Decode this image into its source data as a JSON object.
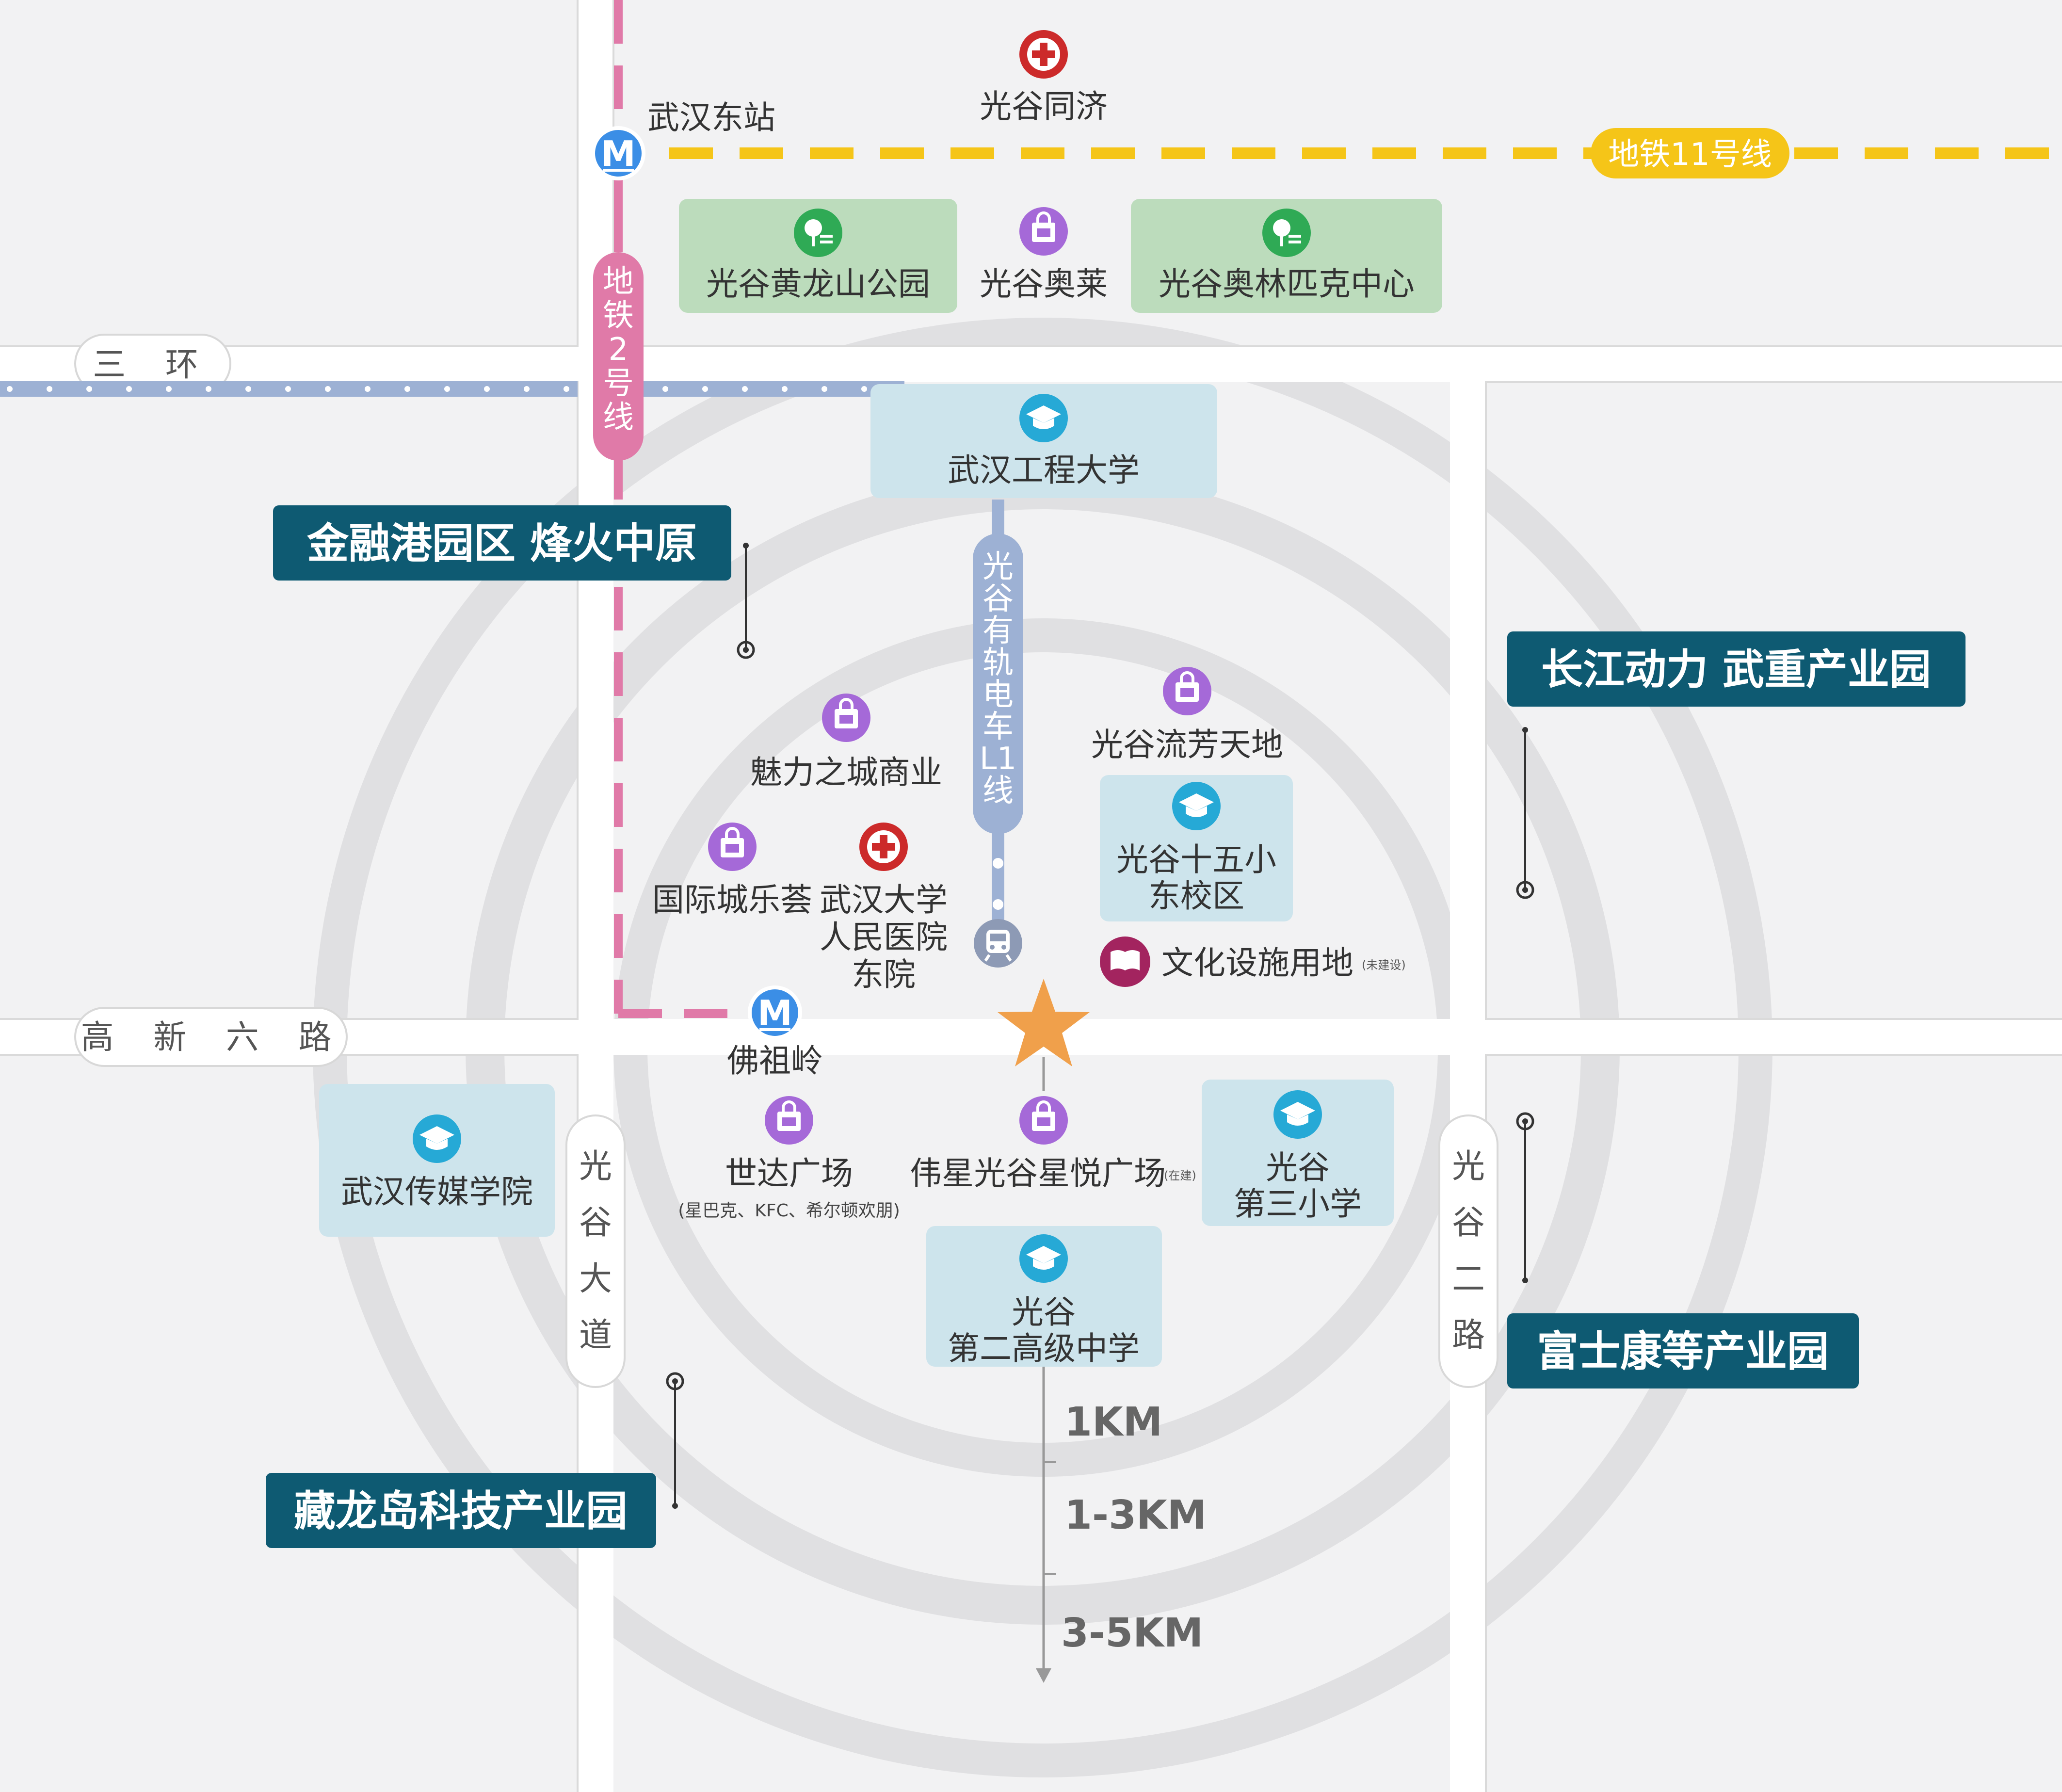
{
  "colors": {
    "background": "#f2f2f3",
    "ring": "#e0e0e2",
    "road": "#ffffff",
    "metro_2": "#e07aa8",
    "metro_11": "#f5c518",
    "tram": "#9db1d4",
    "industrial_label": "#0e5a72",
    "education_box": "#cde4ec",
    "park_box": "#bcdcbc",
    "education_icon": "#26a9d6",
    "park_icon": "#2faa55",
    "shopping_icon": "#a569d8",
    "hospital_icon": "#cc2a2a",
    "culture_icon": "#a3245f",
    "metro_icon": "#3b8ee6",
    "star": "#f0a04b"
  },
  "roads": {
    "third_ring": "三 环",
    "gaoxin_6": "高 新 六 路",
    "guanggu_avenue": [
      "光",
      "谷",
      "大",
      "道"
    ],
    "guanggu_2nd_road": [
      "光",
      "谷",
      "二",
      "路"
    ]
  },
  "transit": {
    "metro_2_label": [
      "地",
      "铁",
      "2",
      "号",
      "线"
    ],
    "metro_11_label": "地铁11号线",
    "tram_label": [
      "光",
      "谷",
      "有",
      "轨",
      "电",
      "车",
      "L1",
      "线"
    ],
    "stations": {
      "wuhan_east": "武汉东站",
      "fozuling": "佛祖岭"
    }
  },
  "pois": {
    "guanggu_tongji": "光谷同济",
    "huanglongshan_park": "光谷黄龙山公园",
    "guanggu_outlets": "光谷奥莱",
    "olympic_center": "光谷奥林匹克中心",
    "wuhan_institute_tech": "武汉工程大学",
    "meili_city": "魅力之城商业",
    "guoji_city": "国际城乐荟",
    "whu_hospital_line1": "武汉大学",
    "whu_hospital_line2": "人民医院",
    "whu_hospital_line3": "东院",
    "liufang": "光谷流芳天地",
    "school15_line1": "光谷十五小",
    "school15_line2": "东校区",
    "culture_land": "文化设施用地",
    "culture_land_note": "(未建设)",
    "wuhan_media": "武汉传媒学院",
    "wanda": "世达广场",
    "wanda_note": "(星巴克、KFC、希尔顿欢朋)",
    "weixing": "伟星光谷星悦广场",
    "weixing_note": "(在建)",
    "school3_line1": "光谷",
    "school3_line2": "第三小学",
    "high2_line1": "光谷",
    "high2_line2": "第二高级中学"
  },
  "industrial_parks": {
    "finance_port": "金融港园区  烽火中原",
    "changjiang": "长江动力  武重产业园",
    "foxconn": "富士康等产业园",
    "canglongdao": "藏龙岛科技产业园"
  },
  "distance": {
    "ring1": "1KM",
    "ring2": "1-3KM",
    "ring3": "3-5KM"
  },
  "icons": {
    "metro": "metro-icon",
    "hospital": "hospital-icon",
    "park": "park-icon",
    "shopping": "shopping-bag-icon",
    "education": "graduation-cap-icon",
    "tram": "tram-icon",
    "culture": "book-icon",
    "project": "star-icon"
  }
}
